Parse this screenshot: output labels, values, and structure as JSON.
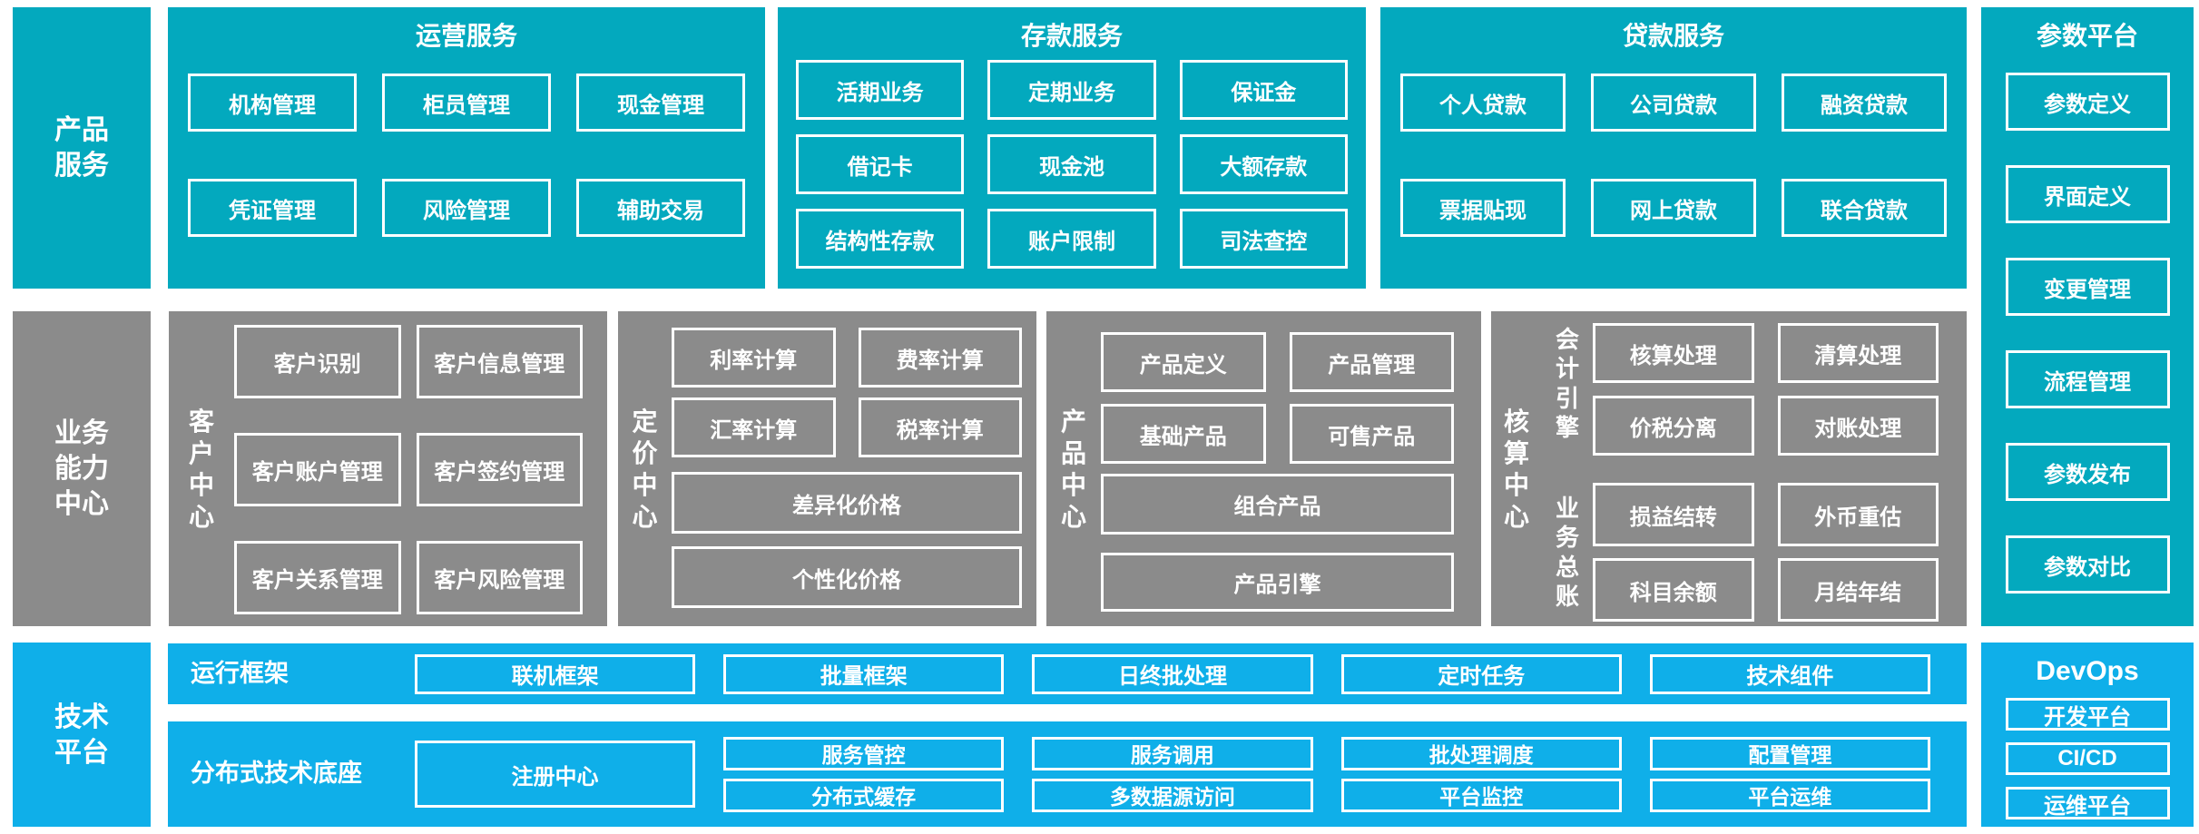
{
  "colors": {
    "teal": "#03A9BE",
    "blue": "#0FAFE9",
    "gray": "#8B8B8B",
    "text": "#FFFFFF",
    "background": "#FFFFFF"
  },
  "rails": {
    "product": "产品服务",
    "business": "业务能力中心",
    "tech": "技术平台"
  },
  "operations": {
    "title": "运营服务",
    "items": [
      "机构管理",
      "柜员管理",
      "现金管理",
      "凭证管理",
      "风险管理",
      "辅助交易"
    ]
  },
  "deposit": {
    "title": "存款服务",
    "items": [
      "活期业务",
      "定期业务",
      "保证金",
      "借记卡",
      "现金池",
      "大额存款",
      "结构性存款",
      "账户限制",
      "司法查控"
    ]
  },
  "loan": {
    "title": "贷款服务",
    "items": [
      "个人贷款",
      "公司贷款",
      "融资贷款",
      "票据贴现",
      "网上贷款",
      "联合贷款"
    ]
  },
  "parameter": {
    "title": "参数平台",
    "items": [
      "参数定义",
      "界面定义",
      "变更管理",
      "流程管理",
      "参数发布",
      "参数对比"
    ]
  },
  "customer": {
    "label": "客户中心",
    "items": [
      "客户识别",
      "客户信息管理",
      "客户账户管理",
      "客户签约管理",
      "客户关系管理",
      "客户风险管理"
    ]
  },
  "pricing": {
    "label": "定价中心",
    "items": [
      "利率计算",
      "费率计算",
      "汇率计算",
      "税率计算"
    ],
    "wide": [
      "差异化价格",
      "个性化价格"
    ]
  },
  "product_center": {
    "label": "产品中心",
    "items": [
      "产品定义",
      "产品管理",
      "基础产品",
      "可售产品"
    ],
    "wide": [
      "组合产品",
      "产品引擎"
    ]
  },
  "accounting": {
    "label": "核算中心",
    "groups": [
      {
        "label": "会计引擎",
        "items": [
          "核算处理",
          "清算处理",
          "价税分离",
          "对账处理"
        ]
      },
      {
        "label": "业务总账",
        "items": [
          "损益结转",
          "外币重估",
          "科目余额",
          "月结年结"
        ]
      }
    ]
  },
  "runtime": {
    "label": "运行框架",
    "items": [
      "联机框架",
      "批量框架",
      "日终批处理",
      "定时任务",
      "技术组件"
    ]
  },
  "distributed": {
    "label": "分布式技术底座",
    "registry": "注册中心",
    "items": [
      "服务管控",
      "分布式缓存",
      "服务调用",
      "多数据源访问",
      "批处理调度",
      "平台监控",
      "配置管理",
      "平台运维"
    ]
  },
  "devops": {
    "title": "DevOps",
    "items": [
      "开发平台",
      "CI/CD",
      "运维平台"
    ]
  }
}
